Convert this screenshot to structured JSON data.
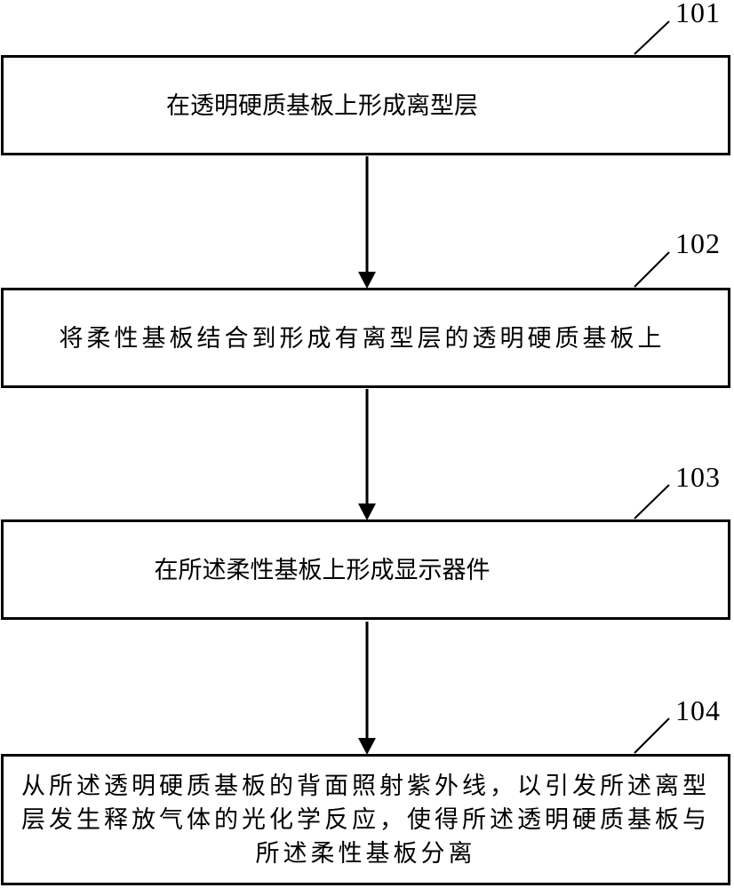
{
  "figure": {
    "type": "flowchart",
    "colors": {
      "ink": "#000000",
      "paper": "#ffffff"
    },
    "steps": [
      {
        "id": "101",
        "lines": [
          "在透明硬质基板上形成离型层"
        ]
      },
      {
        "id": "102",
        "lines": [
          "将柔性基板结合到形成有离型层的透明硬质基板上"
        ]
      },
      {
        "id": "103",
        "lines": [
          "在所述柔性基板上形成显示器件"
        ]
      },
      {
        "id": "104",
        "lines": [
          "从所述透明硬质基板的背面照射紫外线，以引发所述离型",
          "层发生释放气体的光化学反应，使得所述透明硬质基板与",
          "所述柔性基板分离"
        ]
      }
    ]
  }
}
